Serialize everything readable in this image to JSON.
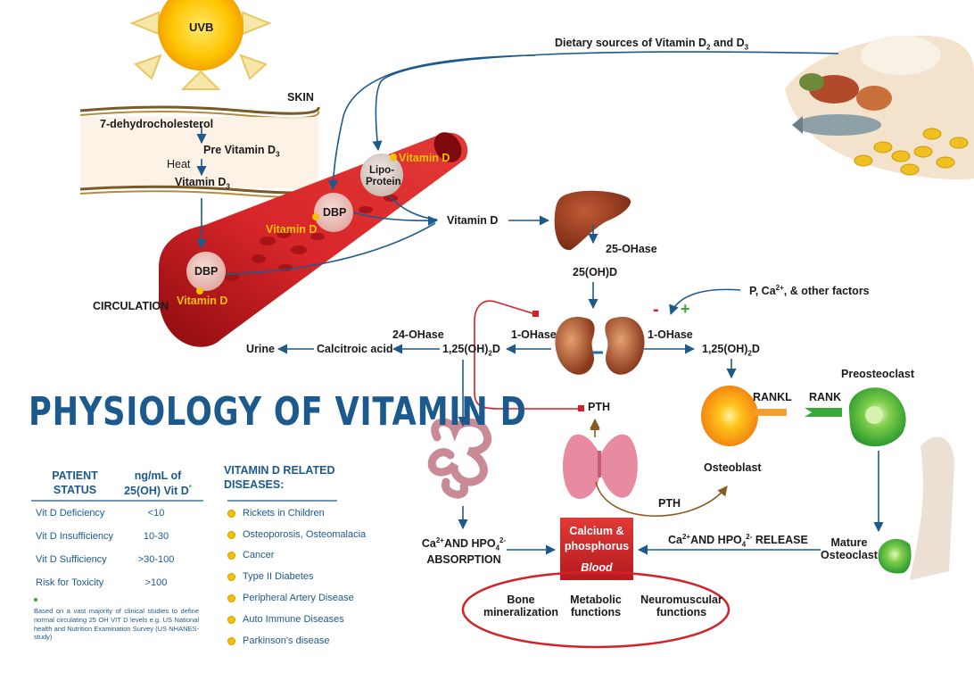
{
  "labels": {
    "uvb": "UVB",
    "skin": "SKIN",
    "dehydro": "7-dehydrocholesterol",
    "pre_d3": "Pre Vitamin D",
    "pre_d3_sub": "3",
    "heat": "Heat",
    "vit_d3": "Vitamin D",
    "vit_d3_sub": "3",
    "circulation": "CIRCULATION",
    "dbp_1": "DBP",
    "dbp_2": "DBP",
    "vitd_yellow_1": "Vitamin D",
    "vitd_yellow_2": "Vitamin D",
    "vitd_yellow_3": "Vitamin D",
    "lipo_1": "Lipo-",
    "lipo_2": "Protein",
    "dietary": "Dietary sources of Vitamin D",
    "dietary_sub2": "2",
    "dietary_and": " and D",
    "dietary_sub3": "3",
    "vitd_main": "Vitamin D",
    "ohase25": "25-OHase",
    "oh25d": "25(OH)D",
    "p_ca_a": "P, Ca",
    "p_ca_sup": "2+",
    "p_ca_b": ", & other factors",
    "minus": "-",
    "plus": "+",
    "ohase1_left": "1-OHase",
    "ohase1_right": "1-OHase",
    "oh125d_left_a": "1,25(OH)",
    "oh125d_left_sub": "2",
    "oh125d_left_b": "D",
    "oh125d_right_a": "1,25(OH)",
    "oh125d_right_sub": "2",
    "oh125d_right_b": "D",
    "ohase24": "24-OHase",
    "calcitroic": "Calcitroic acid",
    "urine": "Urine",
    "pth_1": "PTH",
    "pth_2": "PTH",
    "rankl": "RANKL",
    "rank": "RANK",
    "preosteoclast": "Preosteoclast",
    "osteoblast": "Osteoblast",
    "mature_1": "Mature",
    "mature_2": "Osteoclast",
    "abs_a": "Ca",
    "abs_sup": "2+",
    "abs_b": "AND HPO",
    "abs_sub": "4",
    "abs_sup2": "2-",
    "abs_line2": "ABSORPTION",
    "rel_a": "Ca",
    "rel_sup": "2+",
    "rel_b": "AND HPO",
    "rel_sub": "4",
    "rel_sup2": "2-",
    "rel_c": " RELEASE",
    "calc_1": "Calcium &",
    "calc_2": "phosphorus",
    "blood": "Blood",
    "bone_1": "Bone",
    "bone_2": "mineralization",
    "metab_1": "Metabolic",
    "metab_2": "functions",
    "neuro_1": "Neuromuscular",
    "neuro_2": "functions"
  },
  "title": "PHYSIOLOGY OF VITAMIN D",
  "table": {
    "col1_line1": "PATIENT",
    "col1_line2": "STATUS",
    "col2_line1": "ng/mL of",
    "col2_line2": "25(OH) Vit D",
    "col2_mark": "*",
    "rows": [
      {
        "status": "Vit D Deficiency",
        "value": "<10"
      },
      {
        "status": "Vit D Insufficiency",
        "value": "10-30"
      },
      {
        "status": "Vit D Sufficiency",
        "value": ">30-100"
      },
      {
        "status": "Risk for Toxicity",
        "value": ">100"
      }
    ],
    "footnote": "Based on a vast majority of clinical studies to define normal circulating 25 OH VIT D levels e.g. US National health and Nutrition Examination Survey (US NHANES-study)"
  },
  "diseases": {
    "heading_1": "VITAMIN D RELATED",
    "heading_2": "DISEASES:",
    "items": [
      "Rickets in Children",
      "Osteoporosis, Osteomalacia",
      "Cancer",
      "Type II Diabetes",
      "Peripheral Artery Disease",
      "Auto Immune Diseases",
      "Parkinson's disease"
    ]
  },
  "colors": {
    "arrow_blue": "#1c5a8e",
    "red": "#d42027",
    "yellow": "#f2c200",
    "brown": "#8a5a1e",
    "green": "#3aa83a"
  }
}
